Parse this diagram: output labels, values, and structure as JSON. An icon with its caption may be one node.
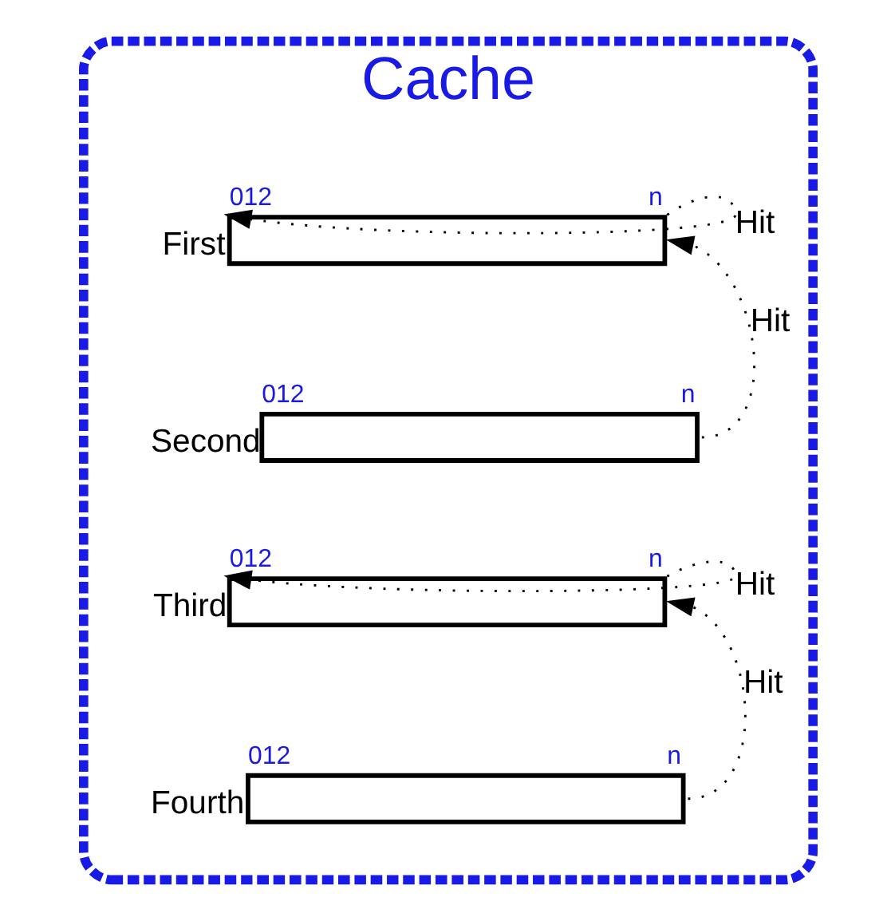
{
  "diagram": {
    "nodes": [
      {
        "text": [
          "Cache"
        ]
      },
      {
        "text": [],
        "shape": "box",
        "in": 0,
        "beside": [
          "First",
          "012",
          "n"
        ]
      },
      {
        "text": [],
        "shape": "box",
        "in": 0,
        "beside": [
          "Second",
          "012",
          "n"
        ]
      },
      {
        "text": [],
        "shape": "box",
        "in": 0,
        "beside": [
          "Third",
          "012",
          "n"
        ]
      },
      {
        "text": [],
        "shape": "box",
        "in": 0,
        "beside": [
          "Fourth",
          "012",
          "n"
        ]
      }
    ],
    "edges": [
      {
        "from": 1,
        "to": 1,
        "arrow": "to",
        "label": "Hit",
        "style": "dashed"
      },
      {
        "from": 2,
        "to": 1,
        "arrow": "to",
        "label": "Hit",
        "style": "dashed"
      },
      {
        "from": 3,
        "to": 3,
        "arrow": "to",
        "label": "Hit",
        "style": "dashed"
      },
      {
        "from": 4,
        "to": 3,
        "arrow": "to",
        "label": "Hit",
        "style": "dashed"
      }
    ]
  }
}
